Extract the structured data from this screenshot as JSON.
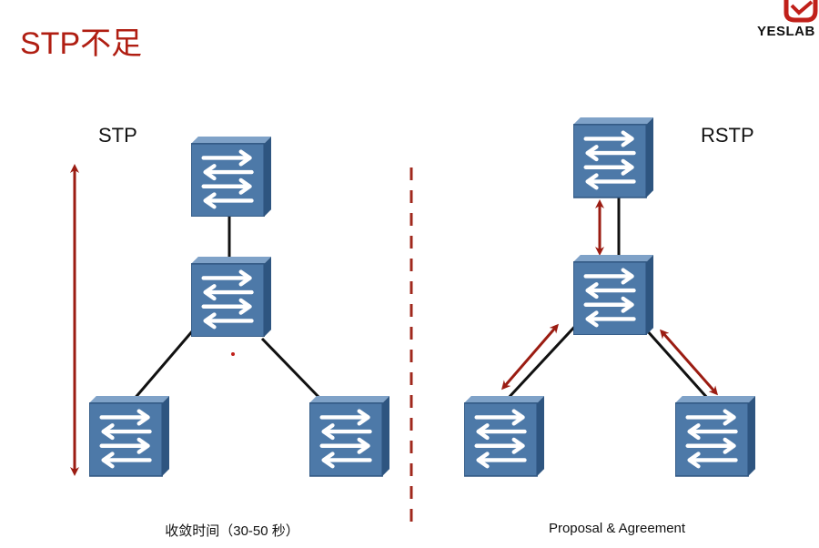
{
  "title": "STP不足",
  "logo": {
    "text": "YESLAB"
  },
  "left_panel": {
    "label": "STP",
    "caption": "收敛时间（30-50 秒）"
  },
  "right_panel": {
    "label": "RSTP",
    "caption": "Proposal & Agreement"
  },
  "colors": {
    "title": "#b01e12",
    "arrow": "#9b1c12",
    "divider": "#a0281c",
    "switch_face": "#4d79a8",
    "switch_top": "#7fa2c8",
    "switch_side": "#2e5580",
    "link": "#111111"
  },
  "icons": [
    "switch-icon",
    "yeslab-logo-icon"
  ]
}
